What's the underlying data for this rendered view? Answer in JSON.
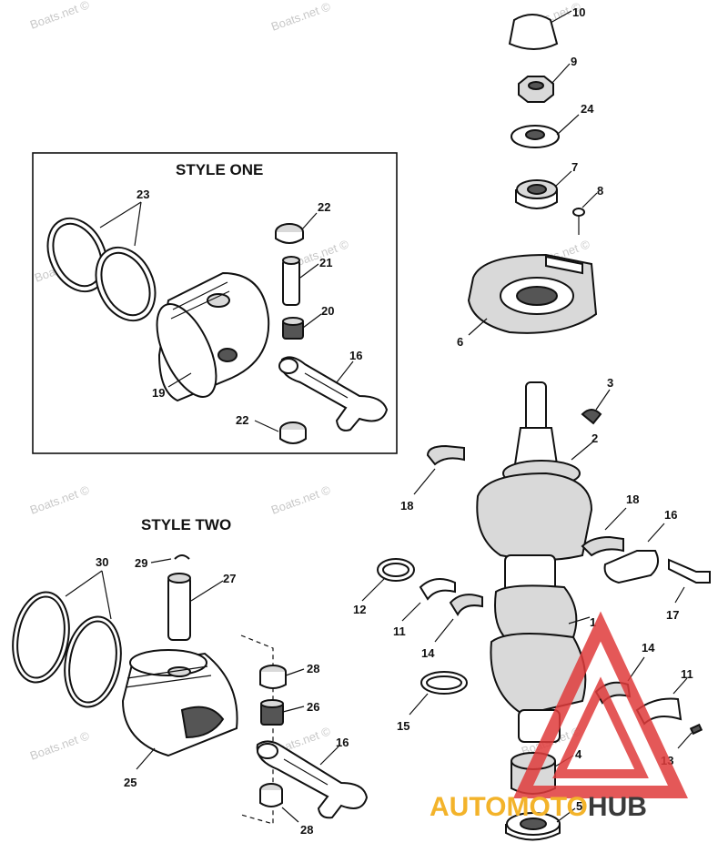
{
  "watermark": "Boats.net ©",
  "sections": {
    "style_one": "STYLE ONE",
    "style_two": "STYLE TWO"
  },
  "brand": {
    "part_a": "AUTOMOTO",
    "part_b": "HUB",
    "color_a": "#f3b32a",
    "color_b": "#3a3a3a",
    "logo_color": "#e03c3c"
  },
  "callouts": {
    "c10": "10",
    "c9": "9",
    "c24": "24",
    "c7": "7",
    "c8": "8",
    "c6": "6",
    "c3": "3",
    "c2": "2",
    "c18a": "18",
    "c18b": "18",
    "c16a": "16",
    "c17": "17",
    "c12": "12",
    "c11a": "11",
    "c14a": "14",
    "c1": "1",
    "c14b": "14",
    "c11b": "11",
    "c15": "15",
    "c13": "13",
    "c4": "4",
    "c5": "5",
    "c23": "23",
    "c22a": "22",
    "c21": "21",
    "c20": "20",
    "c16b": "16",
    "c19": "19",
    "c22b": "22",
    "c30": "30",
    "c29": "29",
    "c27": "27",
    "c28a": "28",
    "c26": "26",
    "c16c": "16",
    "c25": "25",
    "c28b": "28"
  }
}
